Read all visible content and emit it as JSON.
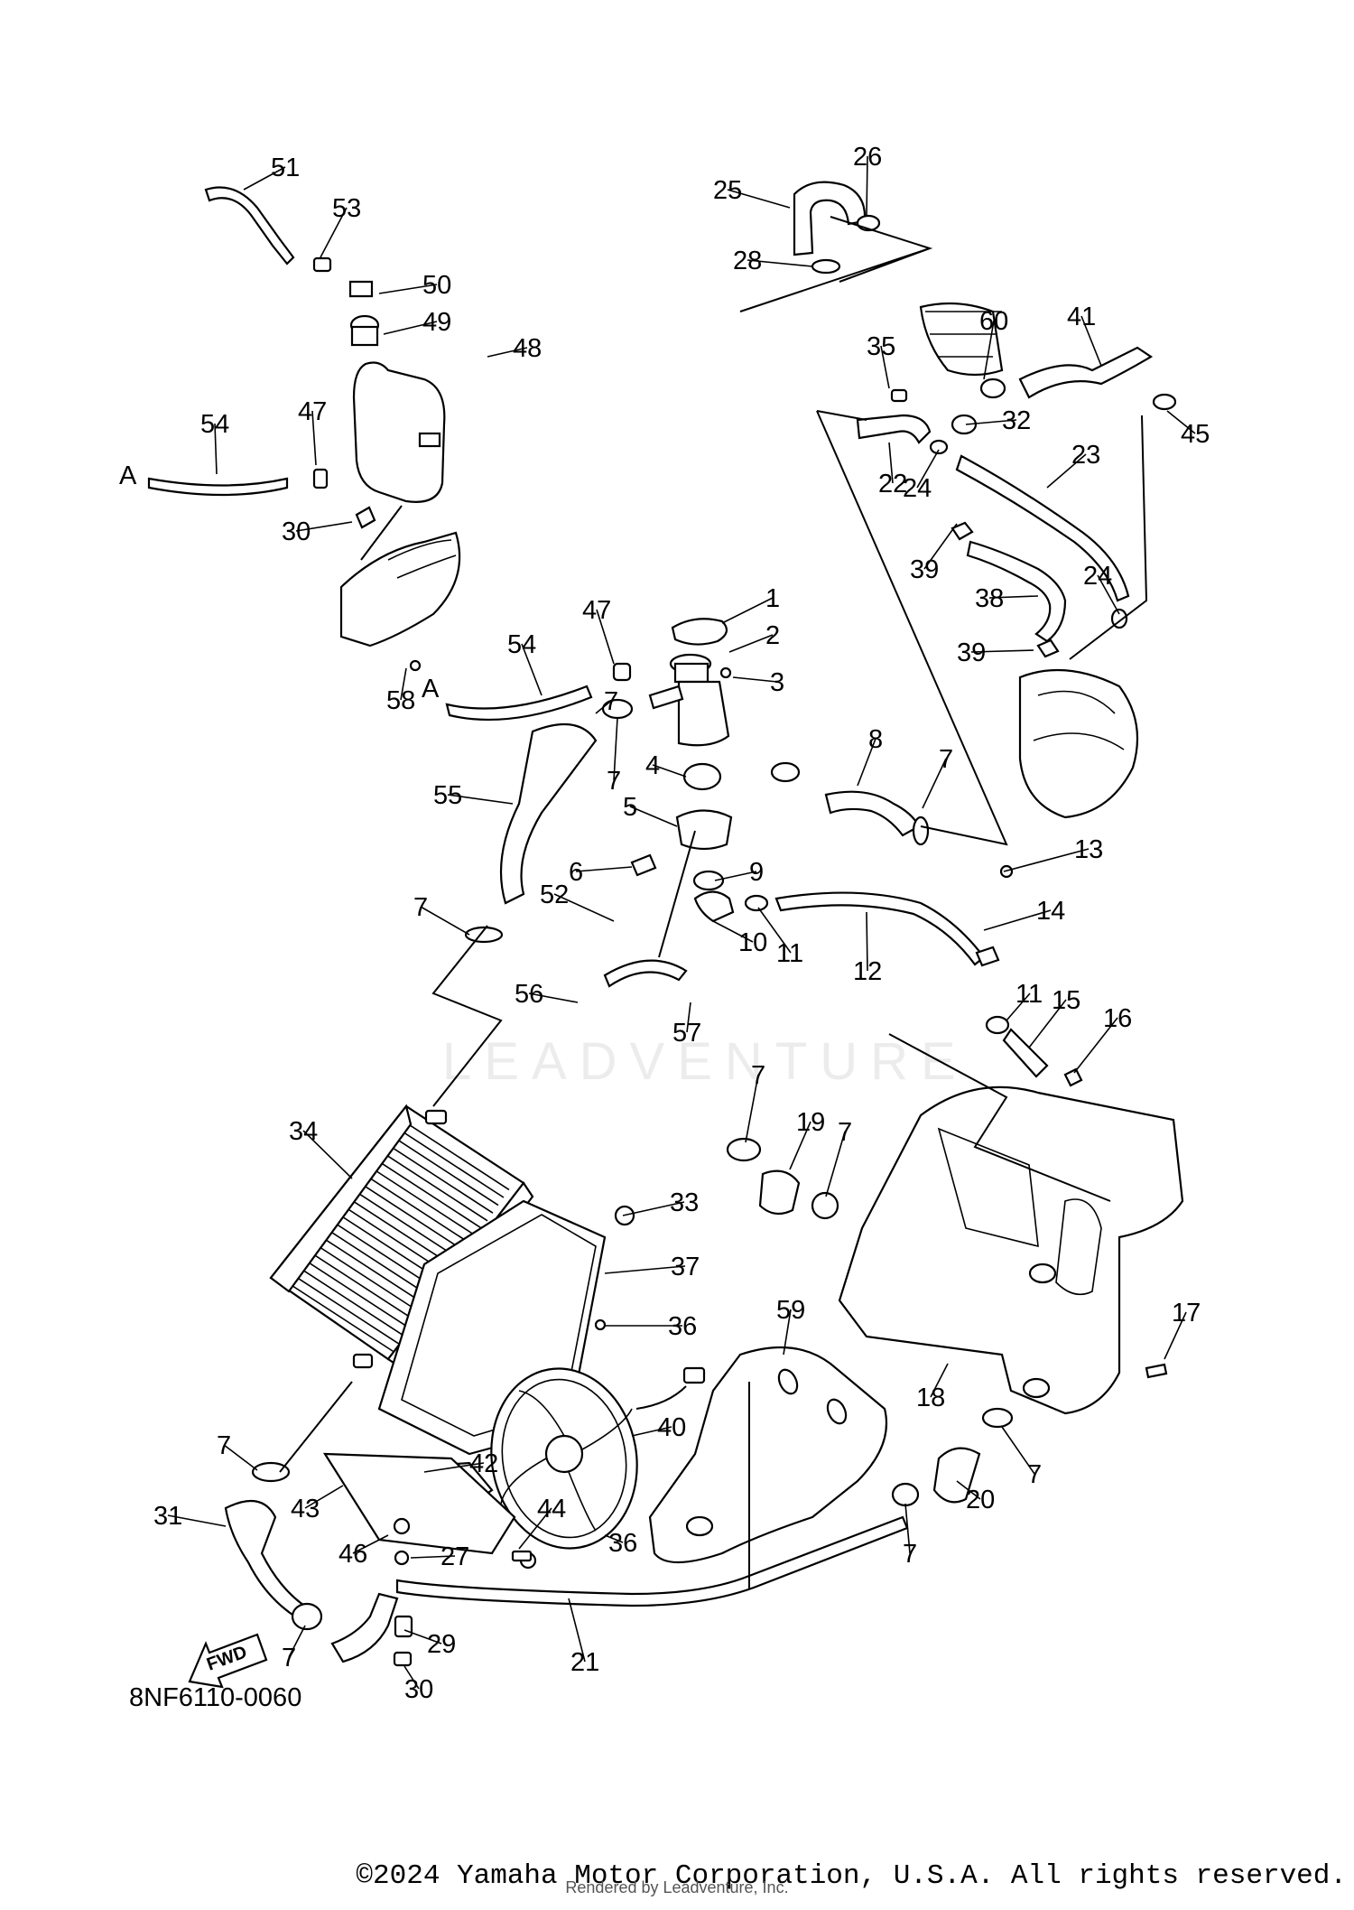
{
  "watermark": "LEADVENTURE",
  "diagram_code": "8NF6110-0060",
  "fwd_label": "FWD",
  "connector_label": "A",
  "callouts": [
    "1",
    "2",
    "3",
    "4",
    "5",
    "6",
    "7",
    "8",
    "9",
    "10",
    "11",
    "12",
    "13",
    "14",
    "15",
    "16",
    "17",
    "18",
    "19",
    "20",
    "21",
    "22",
    "23",
    "24",
    "25",
    "26",
    "27",
    "28",
    "29",
    "30",
    "31",
    "32",
    "33",
    "34",
    "35",
    "36",
    "37",
    "38",
    "39",
    "40",
    "41",
    "42",
    "43",
    "44",
    "45",
    "46",
    "47",
    "48",
    "49",
    "50",
    "51",
    "52",
    "53",
    "54",
    "55",
    "56",
    "57",
    "58",
    "59",
    "60"
  ],
  "copyright": "©2024 Yamaha Motor Corporation, U.S.A. All rights reserved.",
  "rendered_by": "Rendered by Leadventure, Inc."
}
